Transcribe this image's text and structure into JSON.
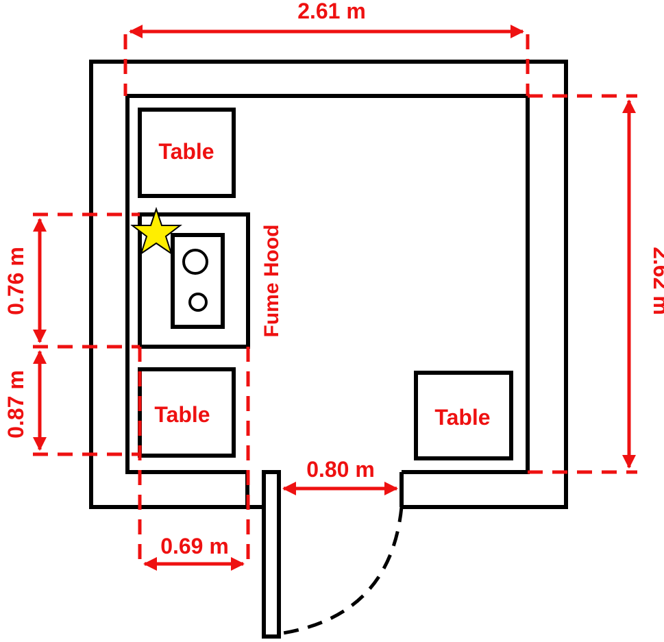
{
  "dimensions": {
    "width_top": "2.61 m",
    "height_right": "2.62 m",
    "fume_hood_depth": "0.76 m",
    "table_depth": "0.87 m",
    "table_width": "0.69 m",
    "door_width": "0.80 m"
  },
  "labels": {
    "table_top_left": "Table",
    "table_mid_left": "Table",
    "table_right": "Table",
    "fume_hood": "Fume Hood"
  },
  "colors": {
    "dimension": "#ee1111",
    "wall": "#000000",
    "marker": "#ffee00"
  },
  "marker_icon": "star-icon"
}
